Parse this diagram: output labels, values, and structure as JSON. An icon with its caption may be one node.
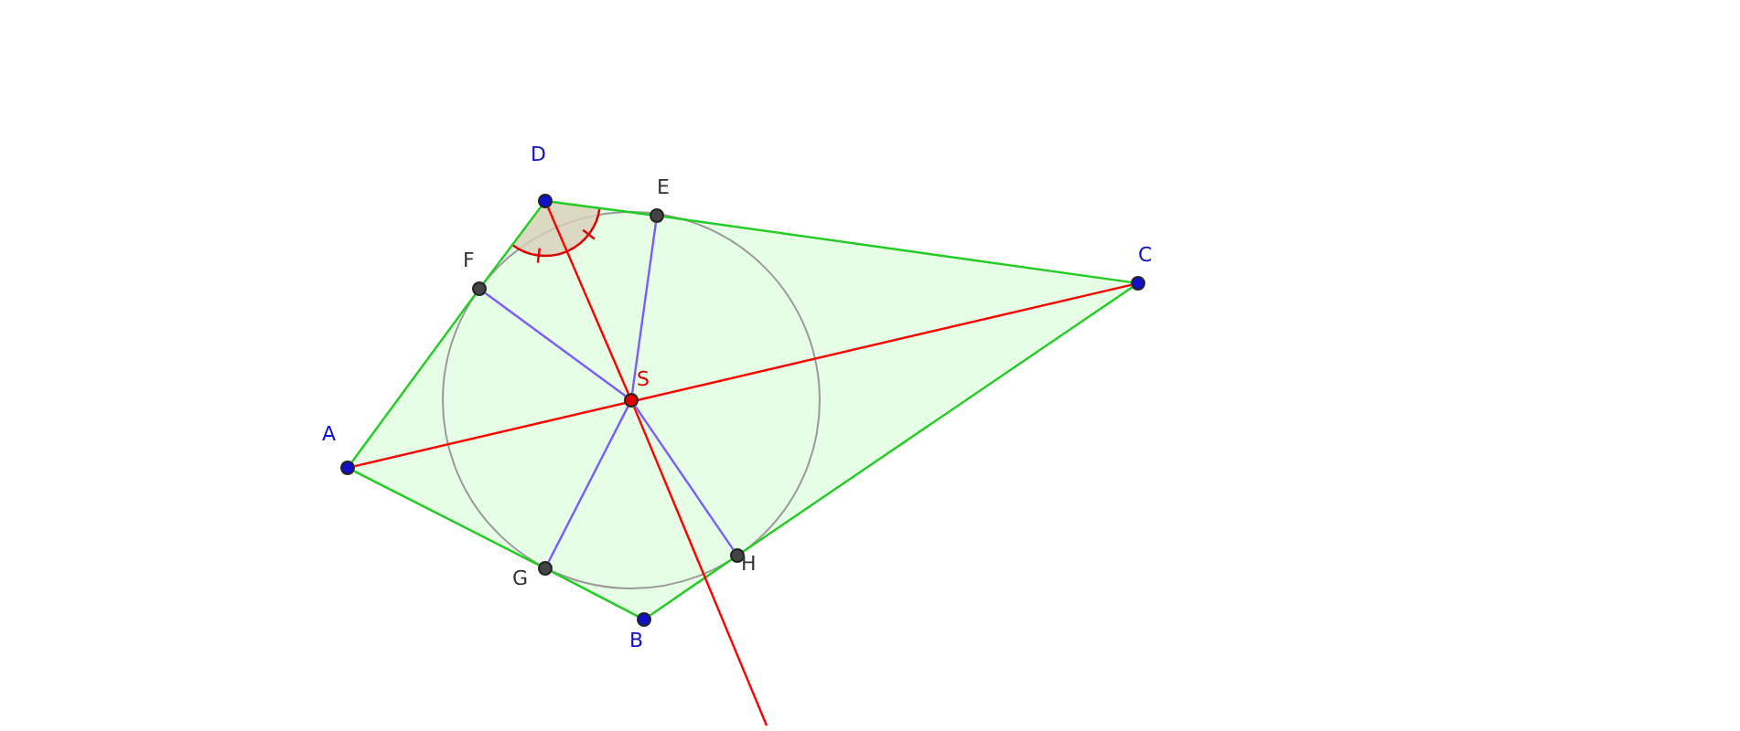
{
  "diagram": {
    "nodes": [
      {
        "text": [
          "D"
        ]
      },
      {
        "text": [
          "E"
        ]
      },
      {
        "text": [
          "C"
        ]
      },
      {
        "text": [
          "F"
        ]
      },
      {
        "text": [
          "S"
        ]
      },
      {
        "text": [
          "A"
        ]
      },
      {
        "text": [
          "G"
        ]
      },
      {
        "text": [
          "H"
        ]
      },
      {
        "text": [
          "B"
        ]
      }
    ],
    "edges": [
      {
        "from": 0,
        "to": 1,
        "arrow": "none"
      },
      {
        "from": 1,
        "to": 2,
        "arrow": "none"
      },
      {
        "from": 2,
        "to": 7,
        "arrow": "none"
      },
      {
        "from": 7,
        "to": 8,
        "arrow": "none"
      },
      {
        "from": 8,
        "to": 6,
        "arrow": "none"
      },
      {
        "from": 6,
        "to": 5,
        "arrow": "none"
      },
      {
        "from": 5,
        "to": 3,
        "arrow": "none"
      },
      {
        "from": 3,
        "to": 0,
        "arrow": "none"
      },
      {
        "from": 5,
        "to": 2,
        "arrow": "none",
        "color": "#ff0000"
      },
      {
        "from": 0,
        "to": 4,
        "arrow": "none",
        "color": "#ff0000"
      },
      {
        "from": 4,
        "to": null,
        "arrow": "none",
        "color": "#ff0000"
      },
      {
        "from": 4,
        "to": 3,
        "arrow": "none",
        "color": "#7a5cff"
      },
      {
        "from": 4,
        "to": 1,
        "arrow": "none",
        "color": "#7a5cff"
      },
      {
        "from": 4,
        "to": 6,
        "arrow": "none",
        "color": "#7a5cff"
      },
      {
        "from": 4,
        "to": 7,
        "arrow": "none",
        "color": "#7a5cff"
      }
    ]
  }
}
